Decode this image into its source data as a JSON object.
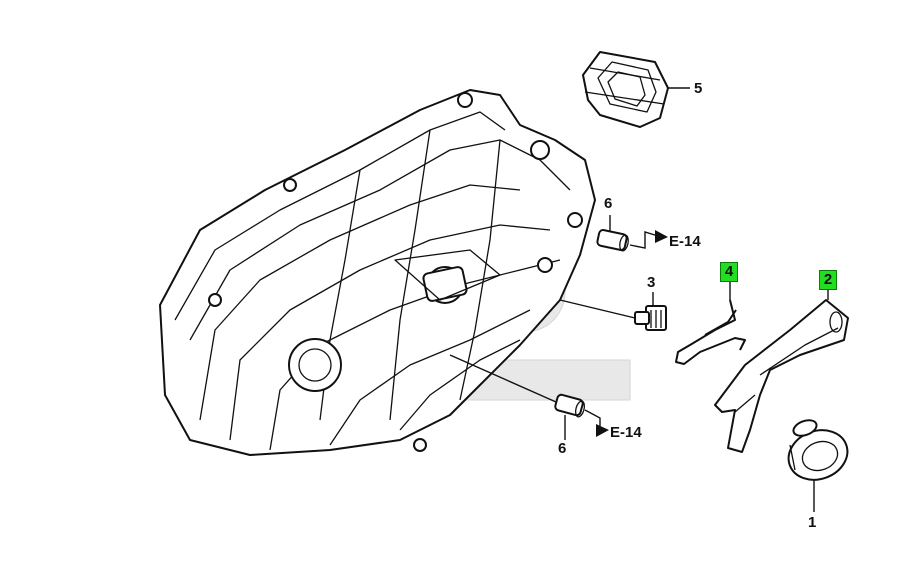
{
  "callouts": {
    "p1": "1",
    "p2": "2",
    "p3": "3",
    "p4": "4",
    "p5": "5",
    "p6a": "6",
    "p6b": "6"
  },
  "references": {
    "upper": "E-14",
    "lower": "E-14"
  },
  "highlight_color": "#22dd22"
}
